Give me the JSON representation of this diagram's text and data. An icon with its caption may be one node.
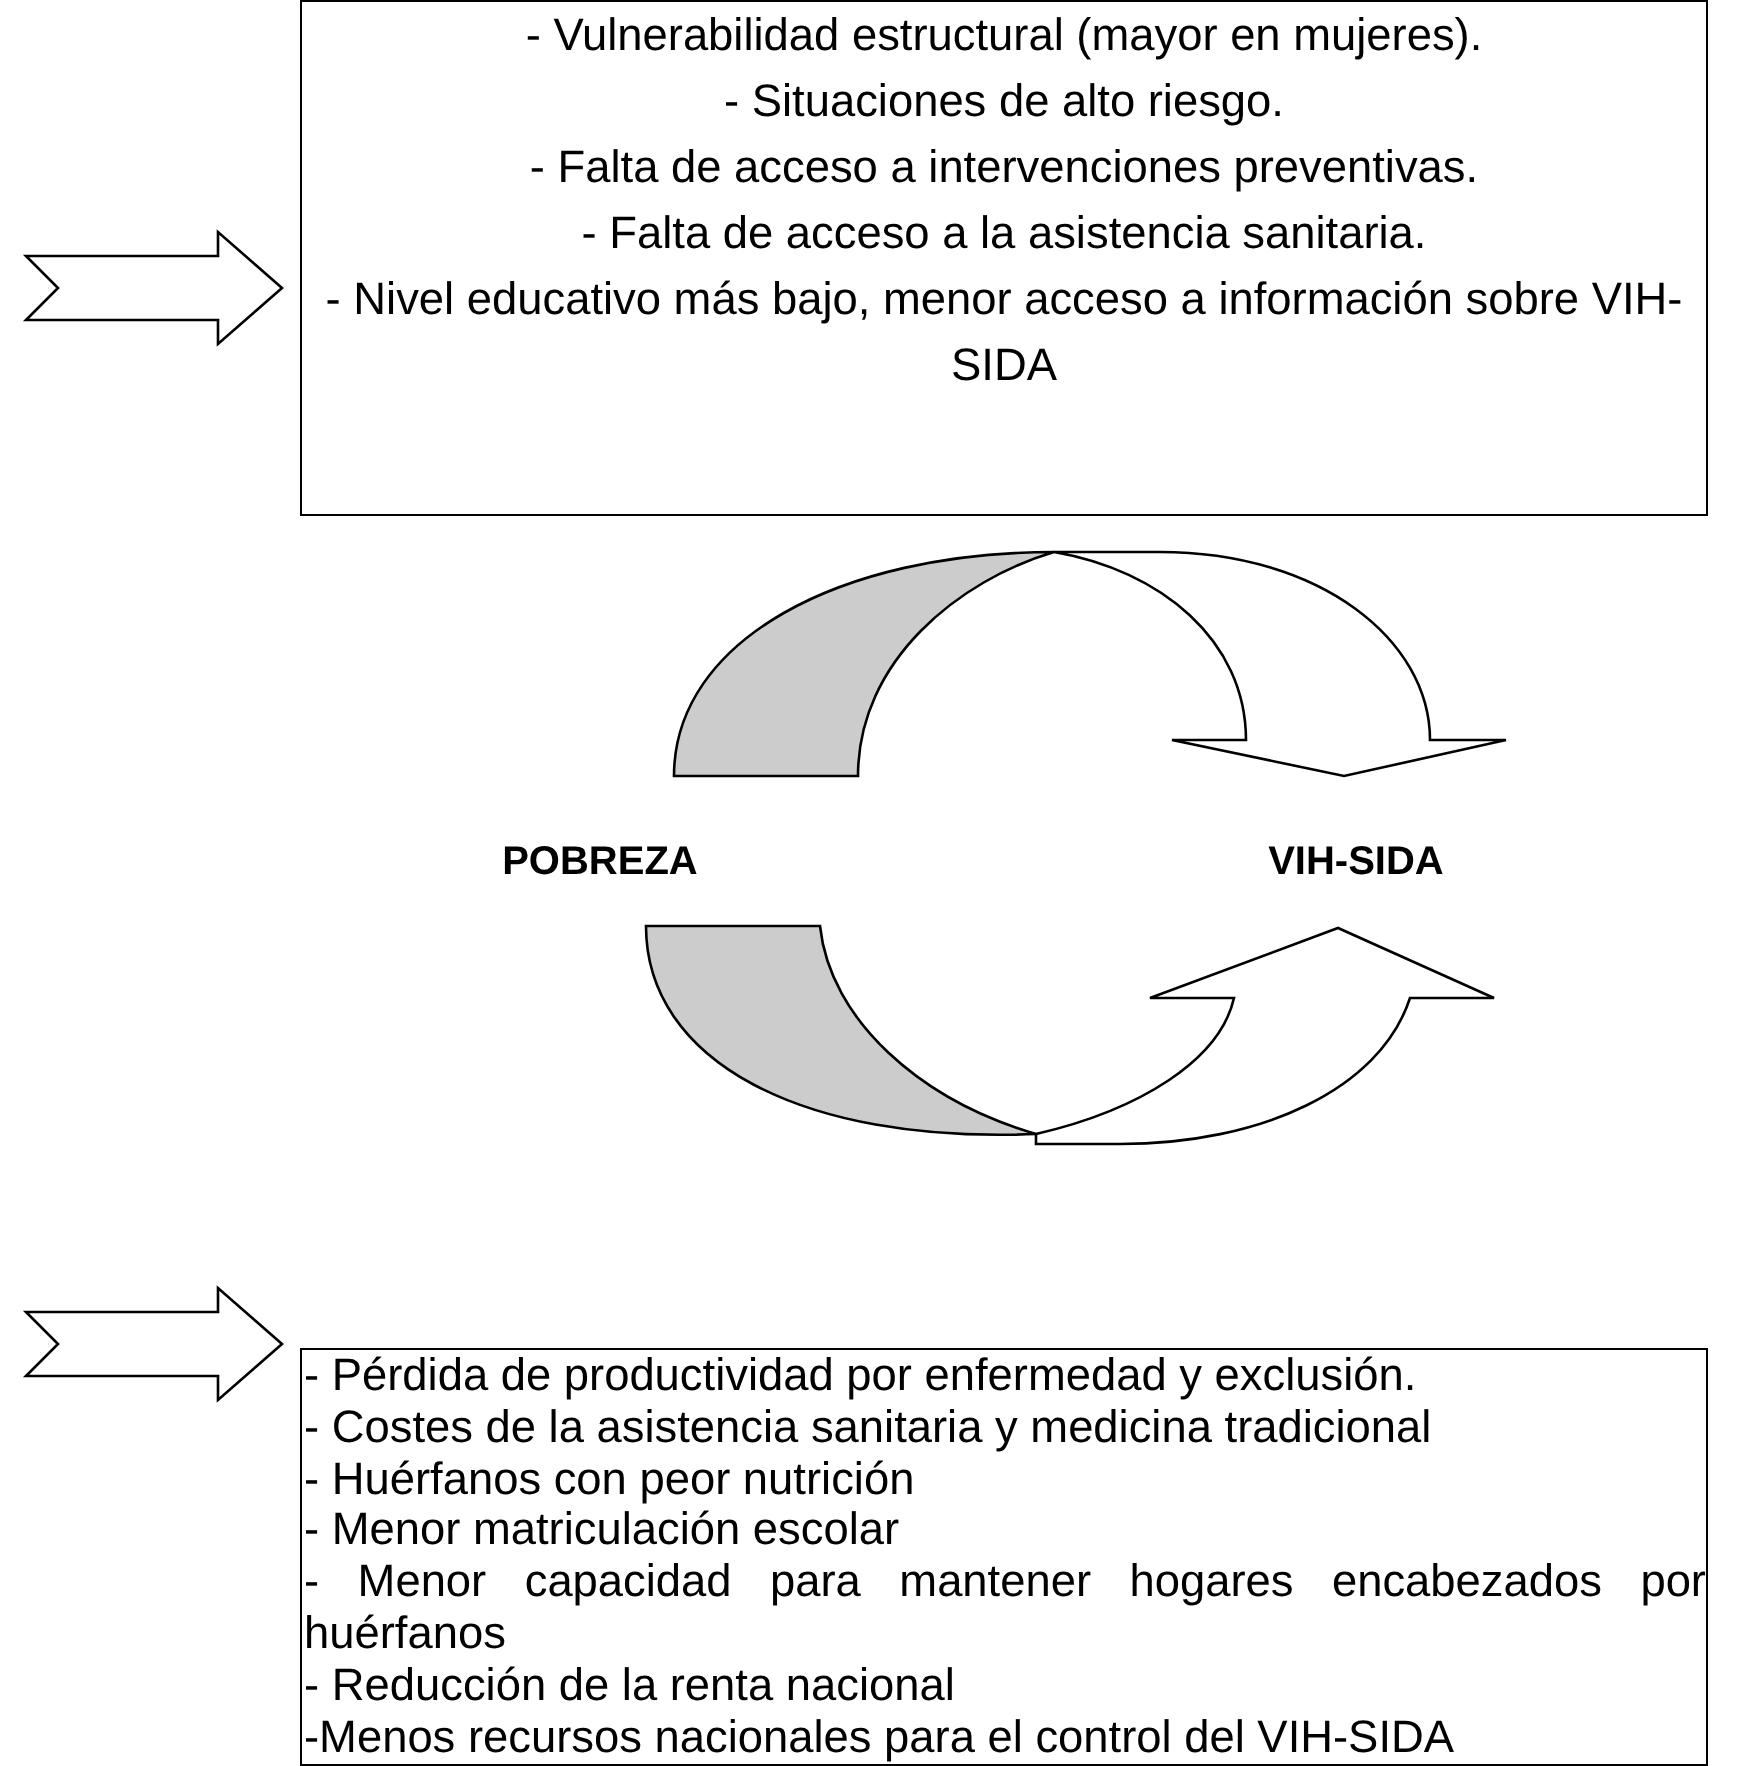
{
  "diagram": {
    "nodes": [
      {
        "text": [
          "POBREZA"
        ]
      },
      {
        "text": [
          "VIH-SIDA"
        ]
      },
      {
        "text": [
          "- Vulnerabilidad estructural (mayor en mujeres).",
          "- Situaciones de alto riesgo.",
          "- Falta de acceso a intervenciones preventivas.",
          "- Falta de acceso a la asistencia sanitaria.",
          "- Nivel educativo más bajo, menor acceso a información sobre VIH-SIDA"
        ]
      },
      {
        "text": [
          "- Pérdida de productividad por enfermedad y exclusión.",
          "- Costes de la asistencia sanitaria y medicina tradicional",
          "- Huérfanos con peor nutrición",
          "- Menor matriculación escolar",
          "- Menor capacidad para mantener hogares encabezados por huérfanos",
          "- Reducción de la renta nacional",
          "-Menos recursos nacionales para el control del VIH-SIDA"
        ]
      }
    ],
    "edges": [
      {
        "from": 0,
        "to": 1,
        "arrow": "to"
      },
      {
        "from": 0,
        "to": 1,
        "arrow": "to"
      },
      {
        "from": null,
        "to": 2,
        "arrow": "to"
      },
      {
        "from": null,
        "to": 3,
        "arrow": "to"
      }
    ]
  }
}
